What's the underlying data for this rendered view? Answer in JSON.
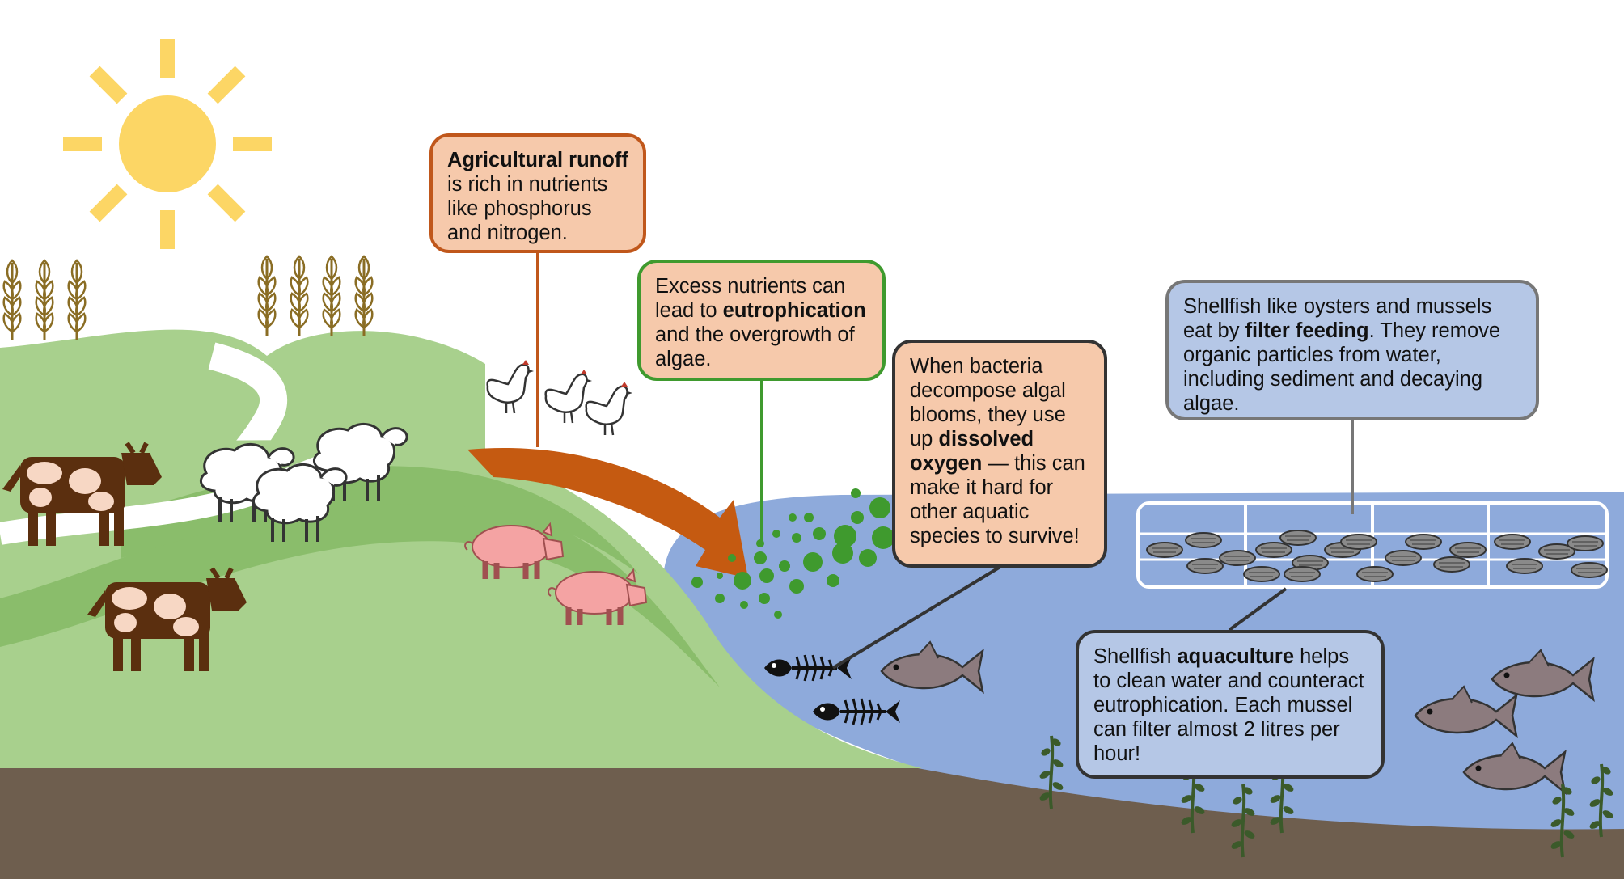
{
  "callouts": {
    "runoff": {
      "bold": "Agricultural runoff",
      "text": "is rich in nutrients like phosphorus and nitrogen."
    },
    "eutrophication": {
      "before": "Excess nutrients can lead to",
      "bold": "eutrophication",
      "after": "and the overgrowth of algae."
    },
    "oxygen": {
      "before": "When bacteria decompose algal blooms, they use up",
      "bold": "dissolved oxygen",
      "after": "— this can make it hard for other aquatic species to survive!"
    },
    "filter_feeding": {
      "before": "Shellfish like oysters and mussels eat by",
      "bold": "filter feeding",
      "after": ". They remove organic particles from water, including sediment and decaying algae."
    },
    "aquaculture": {
      "before": "Shellfish",
      "bold": "aquaculture",
      "after": "helps to clean water and counteract eutrophication. Each mussel can filter almost 2 litres per hour!"
    }
  },
  "colors": {
    "sun": "#fcd665",
    "grass_light": "#a8d08d",
    "grass_dark": "#8abd6b",
    "water": "#8eaadb",
    "soil": "#6e5e4e",
    "runoff_arrow": "#c55a11",
    "algae": "#3f9a2e",
    "wheat": "#8a6d24",
    "cow": "#5b2f0f",
    "pig": "#f4a3a3",
    "fish": "#8c7b7e",
    "seaweed": "#3b5a2a"
  },
  "icons": [
    "sun-icon",
    "wheat-icon",
    "cow-icon",
    "sheep-icon",
    "chicken-icon",
    "pig-icon",
    "fish-icon",
    "fish-skeleton-icon",
    "seaweed-icon",
    "shellfish-icon"
  ]
}
